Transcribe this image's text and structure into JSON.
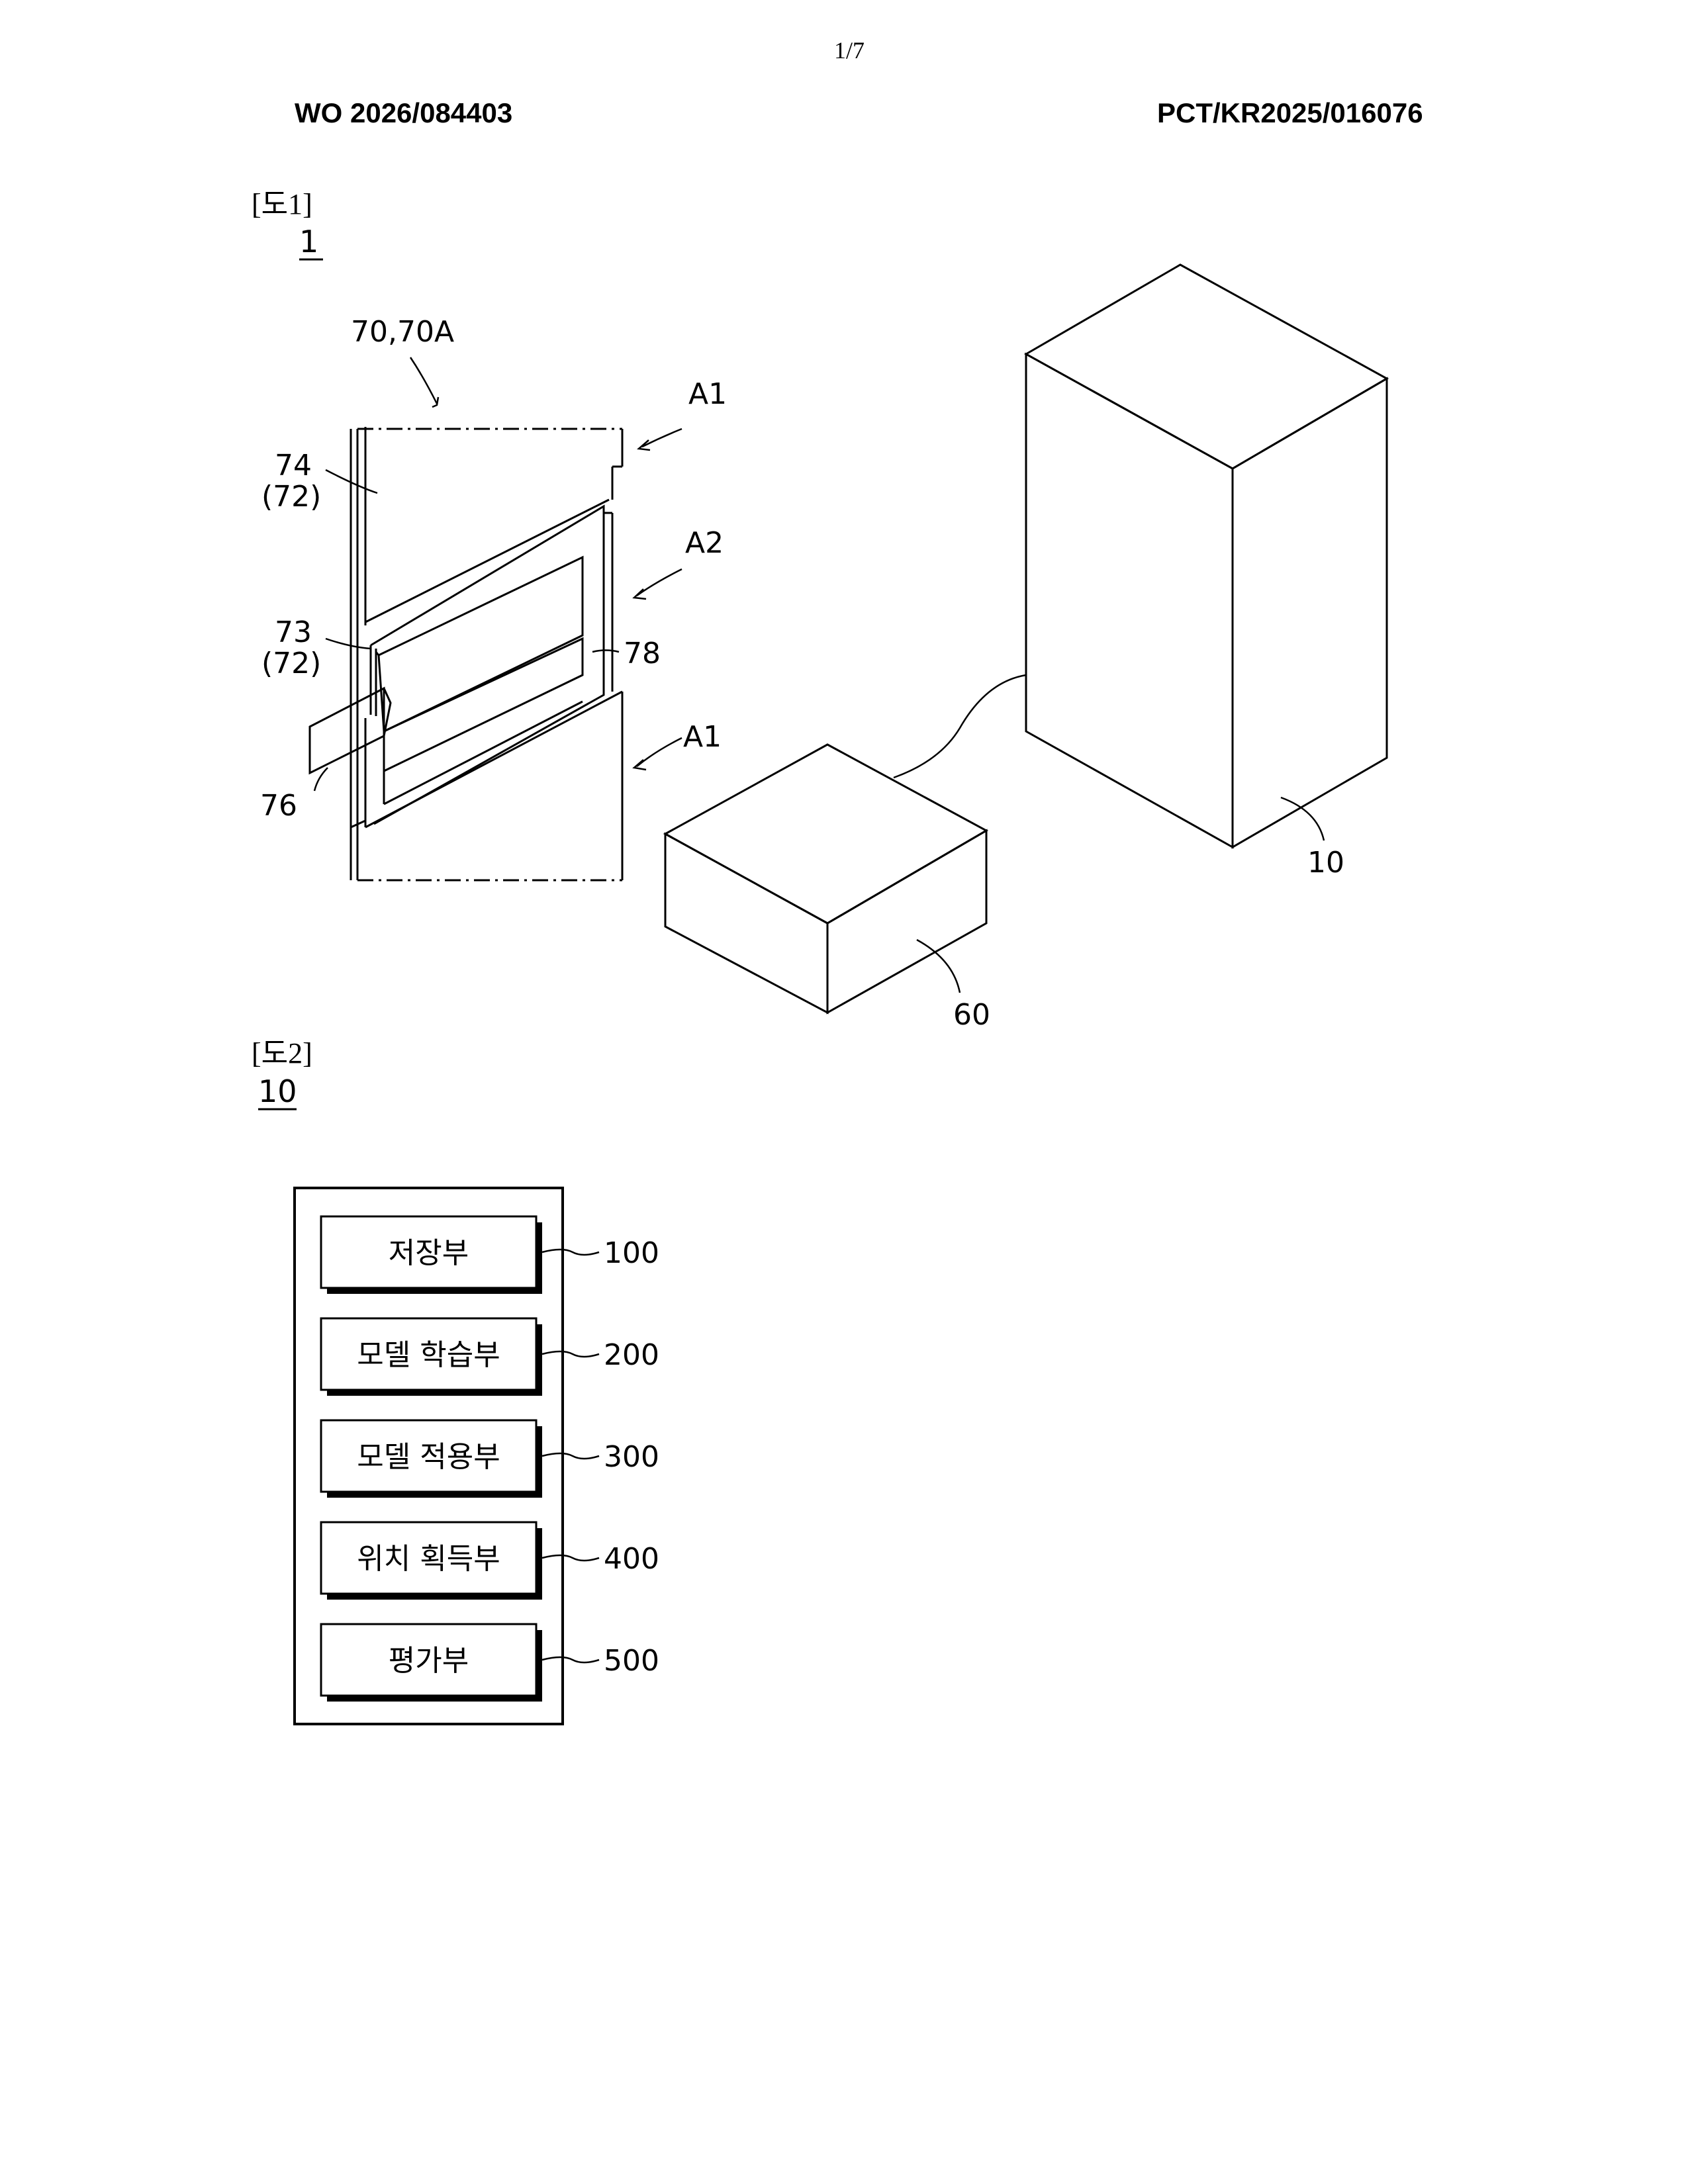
{
  "header": {
    "page_number": "1/7",
    "publication_number": "WO 2026/084403",
    "application_number": "PCT/KR2025/016076"
  },
  "figure1": {
    "label": "[도1]",
    "ref": "1",
    "callouts": {
      "c70": "70,70A",
      "a1_top": "A1",
      "a2": "A2",
      "a1_bottom": "A1",
      "c74": "74",
      "c72a": "(72)",
      "c73": "73",
      "c72b": "(72)",
      "c78": "78",
      "c76": "76",
      "c10": "10",
      "c60": "60"
    }
  },
  "figure2": {
    "label": "[도2]",
    "ref": "10",
    "blocks": [
      {
        "label": "저장부",
        "ref": "100"
      },
      {
        "label": "모델 학습부",
        "ref": "200"
      },
      {
        "label": "모델 적용부",
        "ref": "300"
      },
      {
        "label": "위치 획득부",
        "ref": "400"
      },
      {
        "label": "평가부",
        "ref": "500"
      }
    ]
  }
}
